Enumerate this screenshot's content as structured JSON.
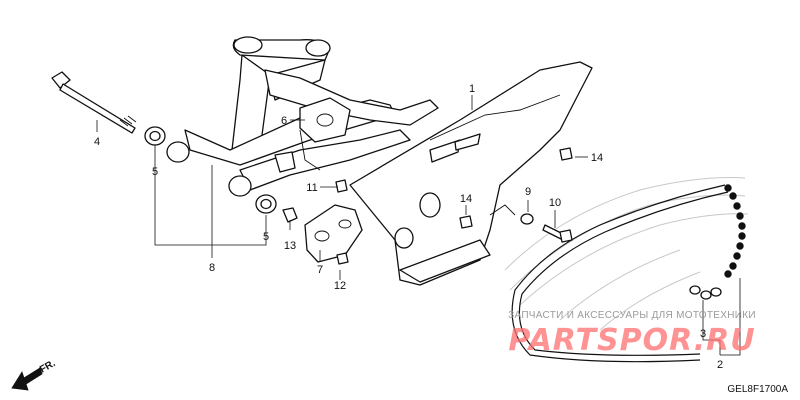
{
  "callouts": [
    {
      "id": "c1",
      "text": "1"
    },
    {
      "id": "c2",
      "text": "2"
    },
    {
      "id": "c3",
      "text": "3"
    },
    {
      "id": "c4",
      "text": "4"
    },
    {
      "id": "c5a",
      "text": "5"
    },
    {
      "id": "c5b",
      "text": "5"
    },
    {
      "id": "c6",
      "text": "6"
    },
    {
      "id": "c7",
      "text": "7"
    },
    {
      "id": "c8",
      "text": "8"
    },
    {
      "id": "c9",
      "text": "9"
    },
    {
      "id": "c10",
      "text": "10"
    },
    {
      "id": "c11",
      "text": "11"
    },
    {
      "id": "c12",
      "text": "12"
    },
    {
      "id": "c13",
      "text": "13"
    },
    {
      "id": "c14a",
      "text": "14"
    },
    {
      "id": "c14b",
      "text": "14"
    }
  ],
  "direction_label": "FR.",
  "diagram_code": "GEL8F1700A",
  "watermark": {
    "tagline": "ЗАПЧАСТИ И АКСЕССУАРЫ ДЛЯ МОТОТЕХНИКИ",
    "site": "PARTSPOR.RU"
  },
  "colors": {
    "ink": "#111111",
    "watermark": "#ff6e6e"
  }
}
